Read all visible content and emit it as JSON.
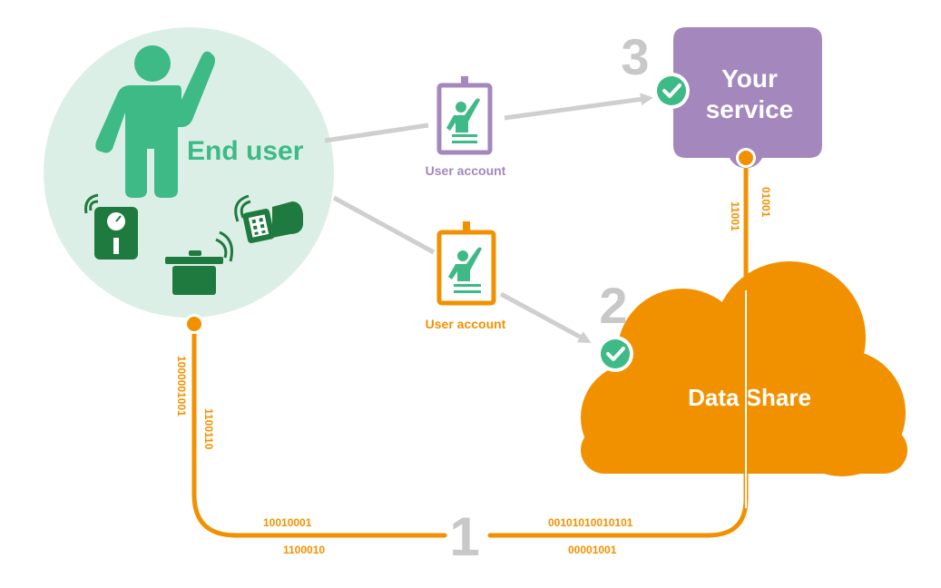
{
  "nodes": {
    "end_user": {
      "label": "End user"
    },
    "your_service": {
      "label_line1": "Your",
      "label_line2": "service"
    },
    "data_share": {
      "label": "Data Share"
    }
  },
  "steps": {
    "step1": "1",
    "step2": "2",
    "step3": "3"
  },
  "badges": {
    "user_account_top": "User account",
    "user_account_bottom": "User account"
  },
  "binary": {
    "left_outer": "1000001001",
    "left_inner": "1100110",
    "bottom_left_top": "10010001",
    "bottom_left_bottom": "1100010",
    "bottom_right_top": "00101010010101",
    "bottom_right_bottom": "00001001",
    "right_outer": "11001",
    "right_inner": "01001"
  },
  "colors": {
    "green_light": "#dcefe6",
    "green_accent": "#3dba86",
    "green_dark": "#1e7a3e",
    "purple": "#a387bd",
    "orange": "#f29100",
    "gray_step": "#c8c8c8",
    "gray_arrow": "#cfcfcf"
  }
}
